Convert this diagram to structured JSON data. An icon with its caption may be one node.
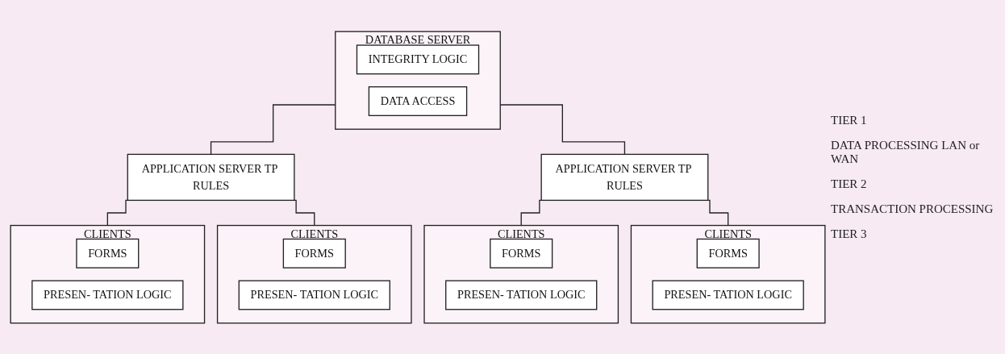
{
  "diagram": {
    "nodes": [
      {
        "text": [
          "DATABASE SERVER"
        ]
      },
      {
        "text": [
          "INTEGRITY LOGIC"
        ],
        "in": 0
      },
      {
        "text": [
          "DATA ACCESS"
        ],
        "in": 0
      },
      {
        "text": [
          "APPLICATION SERVER TP RULES"
        ]
      },
      {
        "text": [
          "APPLICATION SERVER TP RULES"
        ]
      },
      {
        "text": [
          "CLIENTS"
        ]
      },
      {
        "text": [
          "FORMS"
        ],
        "in": 5
      },
      {
        "text": [
          "PRESEN- TATION LOGIC"
        ],
        "in": 5
      },
      {
        "text": [
          "CLIENTS"
        ]
      },
      {
        "text": [
          "FORMS"
        ],
        "in": 8
      },
      {
        "text": [
          "PRESEN- TATION LOGIC"
        ],
        "in": 8
      },
      {
        "text": [
          "CLIENTS"
        ]
      },
      {
        "text": [
          "FORMS"
        ],
        "in": 11
      },
      {
        "text": [
          "PRESEN- TATION LOGIC"
        ],
        "in": 11
      },
      {
        "text": [
          "CLIENTS"
        ]
      },
      {
        "text": [
          "FORMS"
        ],
        "in": 14
      },
      {
        "text": [
          "PRESEN- TATION LOGIC"
        ],
        "in": 14
      }
    ],
    "edges": [
      {
        "from": 0,
        "to": 3,
        "arrow": "none"
      },
      {
        "from": 0,
        "to": 4,
        "arrow": "none"
      },
      {
        "from": 3,
        "to": 5,
        "arrow": "none"
      },
      {
        "from": 3,
        "to": 8,
        "arrow": "none"
      },
      {
        "from": 4,
        "to": 11,
        "arrow": "none"
      },
      {
        "from": 4,
        "to": 14,
        "arrow": "none"
      }
    ],
    "labels": [
      "TIER 1",
      "DATA PROCESSING LAN or WAN",
      "TIER 2",
      "TRANSACTION PROCESSING",
      "TIER 3"
    ]
  }
}
